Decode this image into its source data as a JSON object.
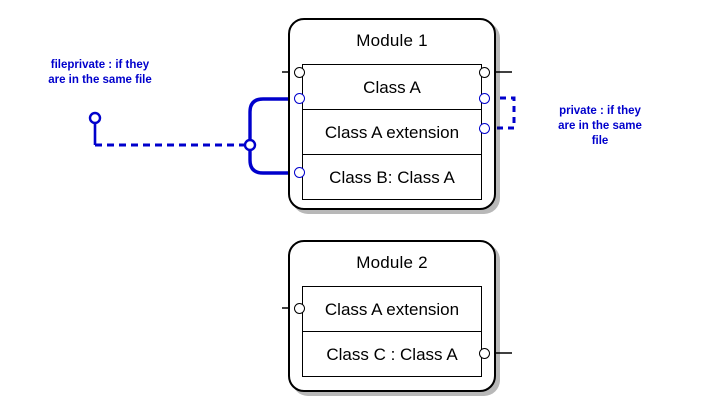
{
  "diagram": {
    "title_hidden": "",
    "accent_color": "#0000cc",
    "line_color": "#000000",
    "background": "#ffffff"
  },
  "modules": [
    {
      "id": "module-1",
      "title": "Module 1",
      "rows": [
        {
          "label": "Class A"
        },
        {
          "label": "Class A extension"
        },
        {
          "label": "Class B: Class A"
        }
      ]
    },
    {
      "id": "module-2",
      "title": "Module 2",
      "rows": [
        {
          "label": "Class A extension"
        },
        {
          "label": "Class C : Class A"
        }
      ]
    }
  ],
  "notes": [
    {
      "id": "note-fileprivate",
      "text": "fileprivate : if they\nare in the same file",
      "color": "#0000cc"
    },
    {
      "id": "note-private",
      "text": "private : if they\nare in the same\nfile",
      "color": "#0000cc"
    }
  ],
  "ports": {
    "module1_left_top": "port-m1-left-classa-top",
    "module1_left_classa": "port-m1-left-classa",
    "module1_left_classb": "port-m1-left-classb",
    "module1_right_top": "port-m1-right-classa-top",
    "module1_right_classa": "port-m1-right-classa",
    "module1_right_extension": "port-m1-right-extension",
    "module2_left_extension": "port-m2-left-extension",
    "module2_right_classc": "port-m2-right-classc"
  },
  "connectors": {
    "left_branch_style": "solid",
    "left_trunk_style": "dashed",
    "right_bracket_style": "dashed",
    "junction_marker": "circle",
    "source_marker": "circle"
  }
}
